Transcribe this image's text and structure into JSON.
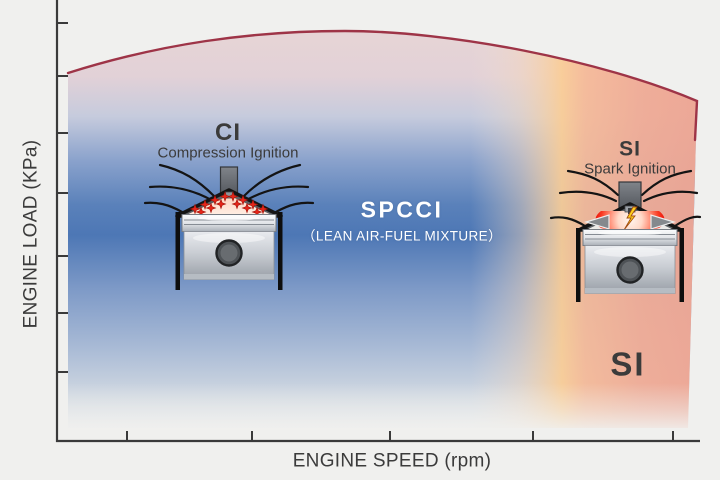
{
  "figure": {
    "x_label": "ENGINE SPEED (rpm)",
    "y_label": "ENGINE LOAD (KPa)"
  },
  "regions": {
    "ci_abbr": "CI",
    "ci_name": "Compression Ignition",
    "spcci_label": "SPCCI",
    "spcci_subtitle": "（LEAN AIR-FUEL MIXTURE）",
    "si_abbr": "SI",
    "si_name": "Spark Ignition",
    "si_zone_label": "SI"
  },
  "icons": {
    "ci_piston": "ci-piston-icon (compression-ignition combustion, red spark crosses over piston)",
    "si_piston": "si-piston-icon (spark-plug ignition flame with outward arrows over piston)"
  },
  "colors": {
    "background": "#f0f0ee",
    "axis": "#3a3a3a",
    "max_load_curve": "#9e3447",
    "deep_blue_zone": "#4d77b5",
    "pale_pink_top": "#e7d5d6",
    "orange_transition": "#facd96",
    "salmon_si_zone": "#eeab9a",
    "text_dark": "#3b3b3b",
    "text_white": "#ffffff",
    "spark_red": "#e52619",
    "bolt_yellow": "#ffd21c"
  },
  "chart_data": {
    "type": "area",
    "title": "Engine operating map: SPCCI lean-burn zone (CI at low/mid speed, SI at high speed)",
    "xlabel": "ENGINE SPEED (rpm)",
    "ylabel": "ENGINE LOAD (KPa)",
    "x_axis_ticks": {
      "count": 5,
      "labels": "unlabeled"
    },
    "y_axis_ticks": {
      "count": 7,
      "labels": "unlabeled"
    },
    "grid": false,
    "legend": "none",
    "max_load_envelope_pct": {
      "x_pct": [
        0,
        15,
        30,
        43,
        60,
        80,
        100
      ],
      "load_pct": [
        84,
        91,
        93,
        93,
        90,
        84,
        77
      ]
    },
    "zones": [
      {
        "label": "CI",
        "description": "Compression Ignition",
        "x_range_pct": [
          0,
          75
        ],
        "fill": "blue gradient"
      },
      {
        "label": "SPCCI",
        "description": "LEAN AIR-FUEL MIXTURE",
        "x_range_pct": [
          0,
          79
        ],
        "fill": "blue gradient"
      },
      {
        "label": "SI",
        "description": "Spark Ignition",
        "x_range_pct": [
          79,
          100
        ],
        "fill": "orange-to-salmon gradient"
      }
    ]
  }
}
